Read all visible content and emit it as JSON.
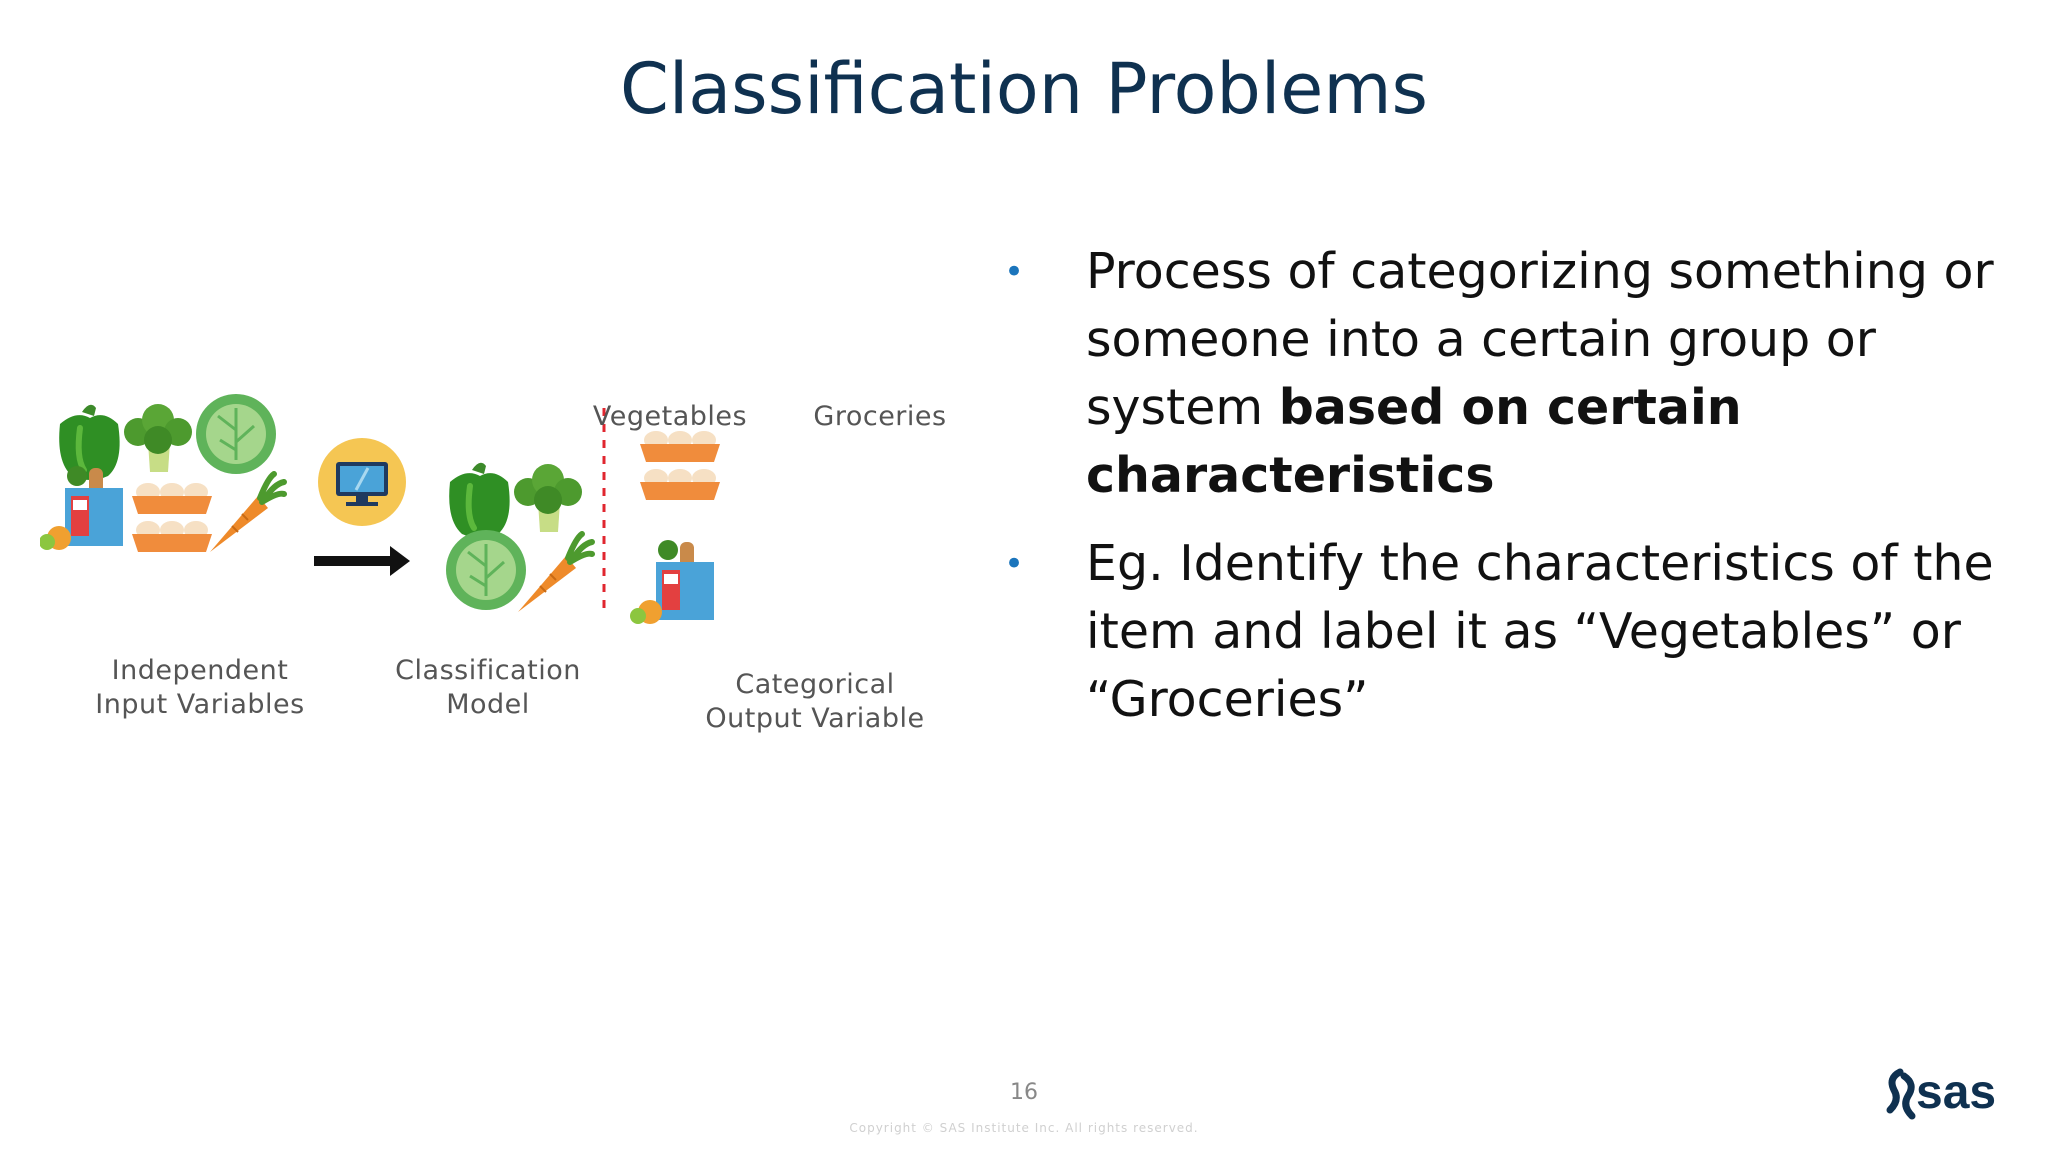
{
  "slide": {
    "title": "Classification Problems",
    "page_number": "16",
    "copyright": "Copyright © SAS Institute Inc. All rights reserved."
  },
  "bullets": [
    {
      "text": "Process of categorizing something or someone into a certain group or system ",
      "bold": "based on certain characteristics"
    },
    {
      "text": "Eg. Identify the characteristics of the item and label it as “Vegetables” or “Groceries”",
      "bold": ""
    }
  ],
  "diagram": {
    "input_label_line1": "Independent",
    "input_label_line2": "Input Variables",
    "model_label_line1": "Classification",
    "model_label_line2": "Model",
    "output_label_line1": "Categorical",
    "output_label_line2": "Output Variable",
    "category_vegetables": "Vegetables",
    "category_groceries": "Groceries"
  },
  "logo": {
    "text": "sas"
  },
  "colors": {
    "title": "#0f3150",
    "bullet": "#1b75bc",
    "divider": "#e0262f",
    "model_circle": "#f5c653"
  }
}
